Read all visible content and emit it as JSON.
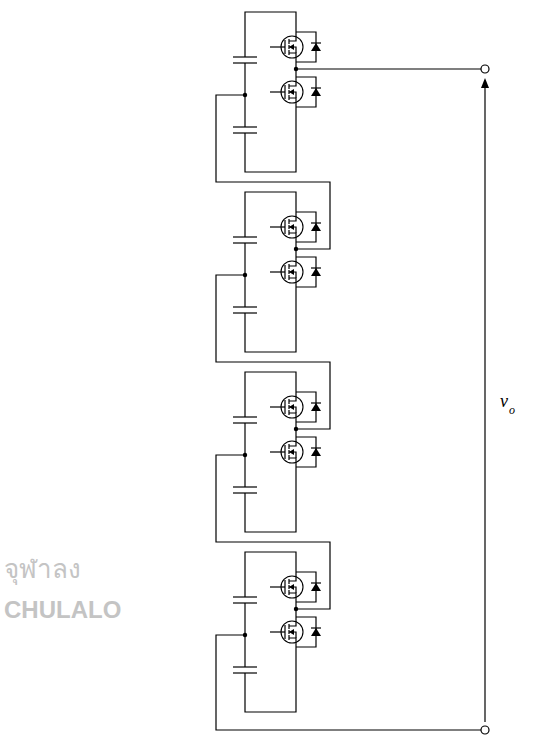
{
  "diagram": {
    "labels": [
      "v",
      "o",
      "จุฬาลง",
      "CHULALO"
    ]
  }
}
